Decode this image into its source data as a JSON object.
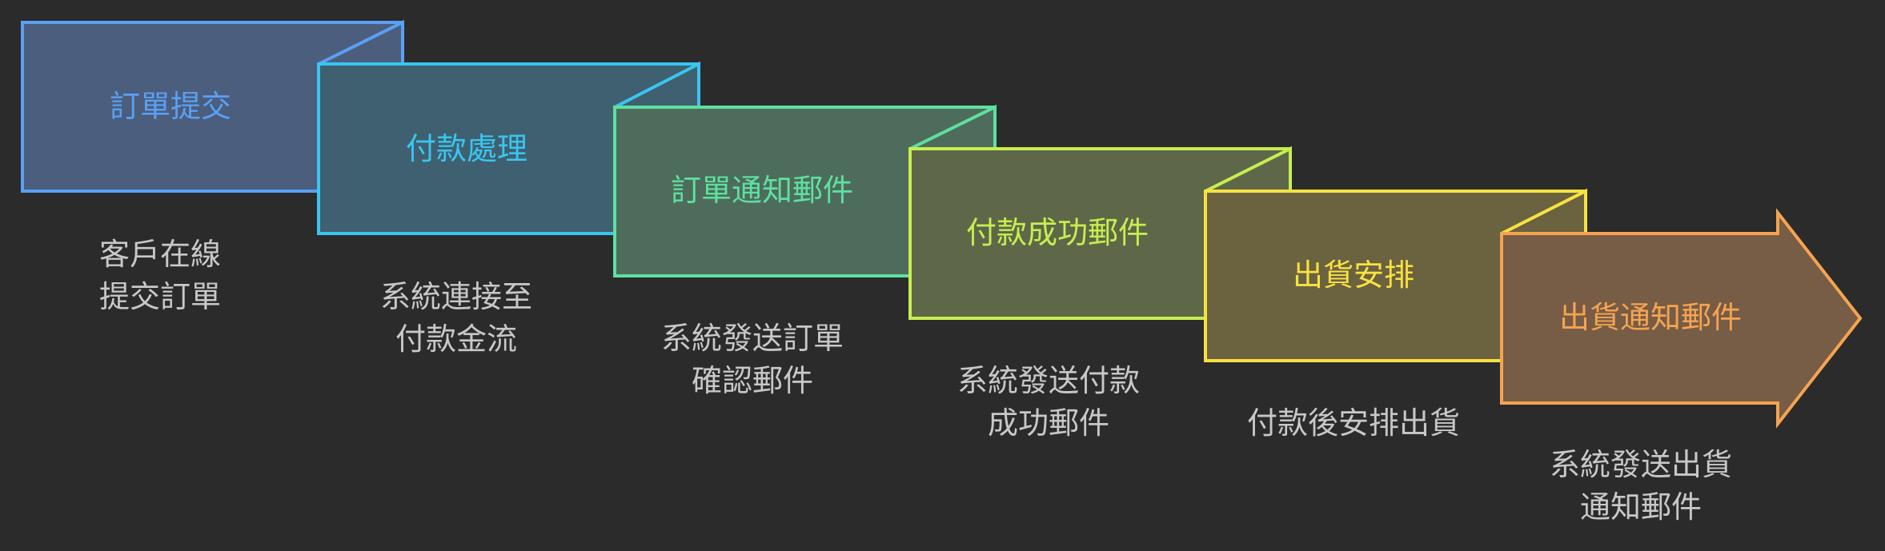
{
  "background": "#2b2b2b",
  "steps": [
    {
      "title": "訂單提交",
      "desc": [
        "客戶在線",
        "提交訂單"
      ],
      "color": "#5aa0f5",
      "fill": "#4c5e7d"
    },
    {
      "title": "付款處理",
      "desc": [
        "系統連接至",
        "付款金流"
      ],
      "color": "#3ac5f0",
      "fill": "#3f6070"
    },
    {
      "title": "訂單通知郵件",
      "desc": [
        "系統發送訂單",
        "確認郵件"
      ],
      "color": "#5ee0a0",
      "fill": "#4e6c5c"
    },
    {
      "title": "付款成功郵件",
      "desc": [
        "系統發送付款",
        "成功郵件"
      ],
      "color": "#c6ee50",
      "fill": "#5e6848"
    },
    {
      "title": "出貨安排",
      "desc": [
        "付款後安排出貨"
      ],
      "color": "#f8e240",
      "fill": "#6b6240"
    },
    {
      "title": "出貨通知郵件",
      "desc": [
        "系統發送出貨",
        "通知郵件"
      ],
      "color": "#f5a450",
      "fill": "#775c46"
    }
  ]
}
